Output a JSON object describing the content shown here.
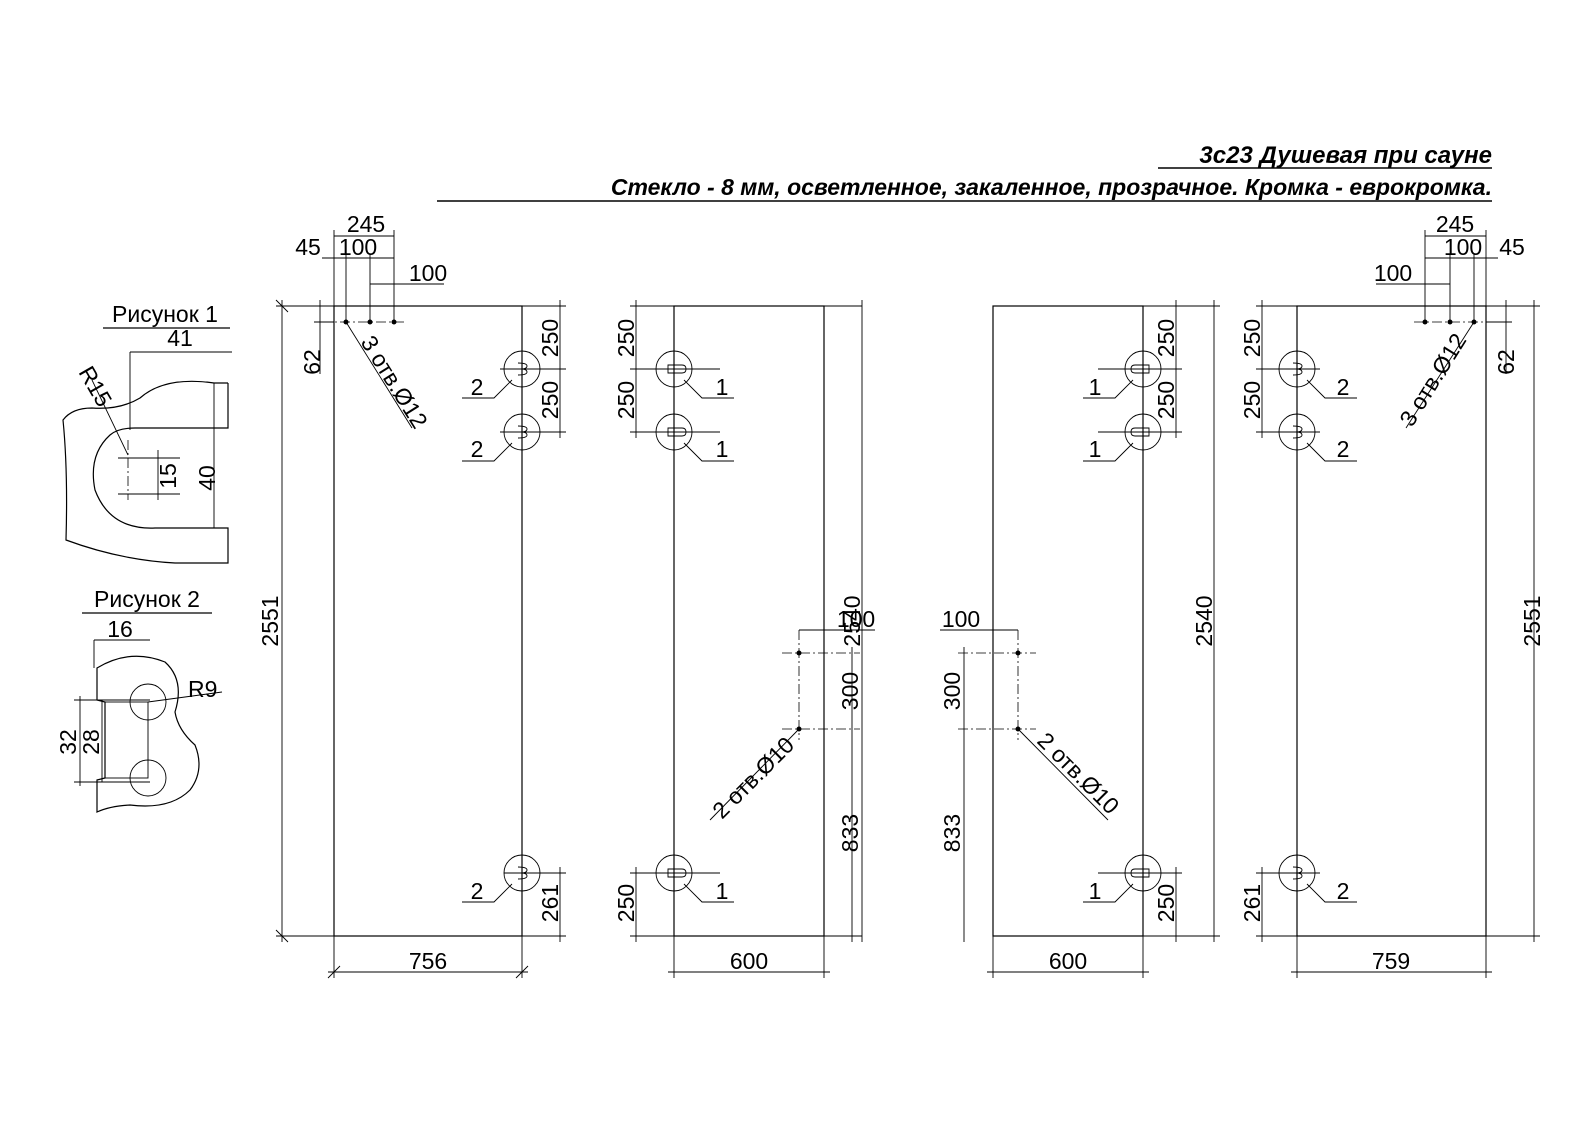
{
  "title": {
    "line1": "3с23 Душевая при сауне",
    "line2": "Стекло - 8 мм, осветленное, закаленное, прозрачное. Кромка - еврокромка."
  },
  "figure1": {
    "caption": "Рисунок 1",
    "dim_width": "41",
    "radius": "R15",
    "dim_slot": "15",
    "dim_height": "40"
  },
  "figure2": {
    "caption": "Рисунок 2",
    "dim_width": "16",
    "radius": "R9",
    "dim_outer": "32",
    "dim_inner": "28"
  },
  "panels": [
    {
      "id": "panel-1",
      "width": "756",
      "height": "2551",
      "top_dims": [
        "245",
        "45",
        "100",
        "100"
      ],
      "side_dims": [
        "62",
        "250",
        "250",
        "261"
      ],
      "hole_note": "3 отв.Ø12",
      "markers": [
        "2",
        "2",
        "2"
      ]
    },
    {
      "id": "panel-2",
      "width": "600",
      "height": "2540",
      "side_dims": [
        "250",
        "250",
        "250",
        "300",
        "833",
        "100"
      ],
      "hole_note": "2 отв.Ø10",
      "markers": [
        "1",
        "1",
        "1"
      ]
    },
    {
      "id": "panel-3",
      "width": "600",
      "height": "2540",
      "side_dims": [
        "250",
        "250",
        "250",
        "300",
        "833",
        "100"
      ],
      "hole_note": "2 отв.Ø10",
      "markers": [
        "1",
        "1",
        "1"
      ]
    },
    {
      "id": "panel-4",
      "width": "759",
      "height": "2551",
      "top_dims": [
        "245",
        "100",
        "45",
        "100"
      ],
      "side_dims": [
        "62",
        "250",
        "250",
        "261"
      ],
      "hole_note": "3 отв.Ø12",
      "markers": [
        "2",
        "2",
        "2"
      ]
    }
  ]
}
